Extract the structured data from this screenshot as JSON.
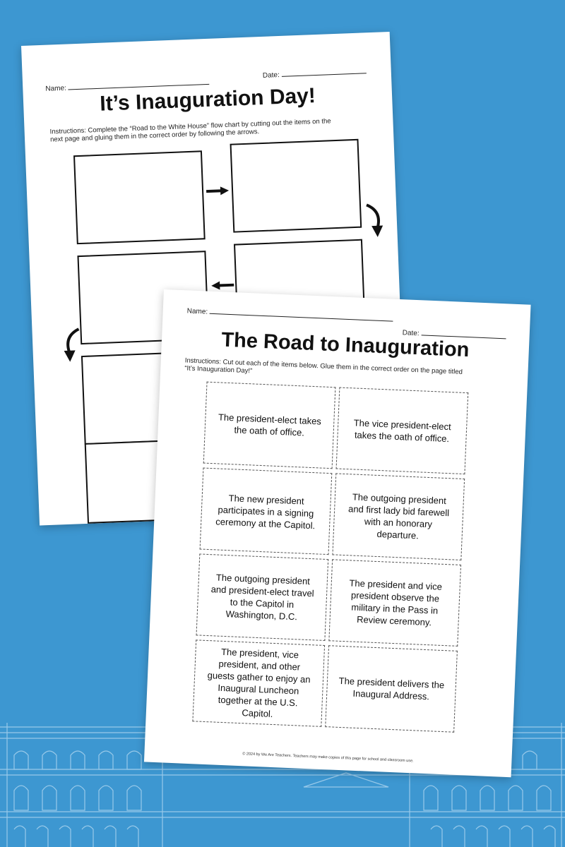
{
  "worksheet1": {
    "name_label": "Name:",
    "date_label": "Date:",
    "title": "It’s Inauguration Day!",
    "instructions_line1": "Instructions: Complete the “Road to the White House” flow chart by cutting out the items on the",
    "instructions_line2": "next page and gluing them in the correct order by following the arrows."
  },
  "worksheet2": {
    "name_label": "Name:",
    "date_label": "Date:",
    "title": "The Road to Inauguration",
    "instructions_line1": "Instructions: Cut out each of the items below. Glue them in the correct order on the page titled",
    "instructions_line2": "“It’s Inauguration Day!”",
    "cards": [
      "The president-elect takes the oath of office.",
      "The vice president-elect takes the oath of office.",
      "The new president participates in a signing ceremony at the Capitol.",
      "The outgoing president and first lady bid farewell with an honorary departure.",
      "The outgoing president and president-elect travel to the Capitol in Washington, D.C.",
      "The president and vice president observe the military in the Pass in Review ceremony.",
      "The president, vice president, and other guests gather to enjoy an Inaugural Luncheon together at the U.S. Capitol.",
      "The president delivers the Inaugural Address."
    ],
    "footer": "© 2024 by We Are Teachers. Teachers may make copies of this page for school and classroom use."
  },
  "colors": {
    "background": "#3d97d1",
    "building_line": "#a9d2ee"
  }
}
